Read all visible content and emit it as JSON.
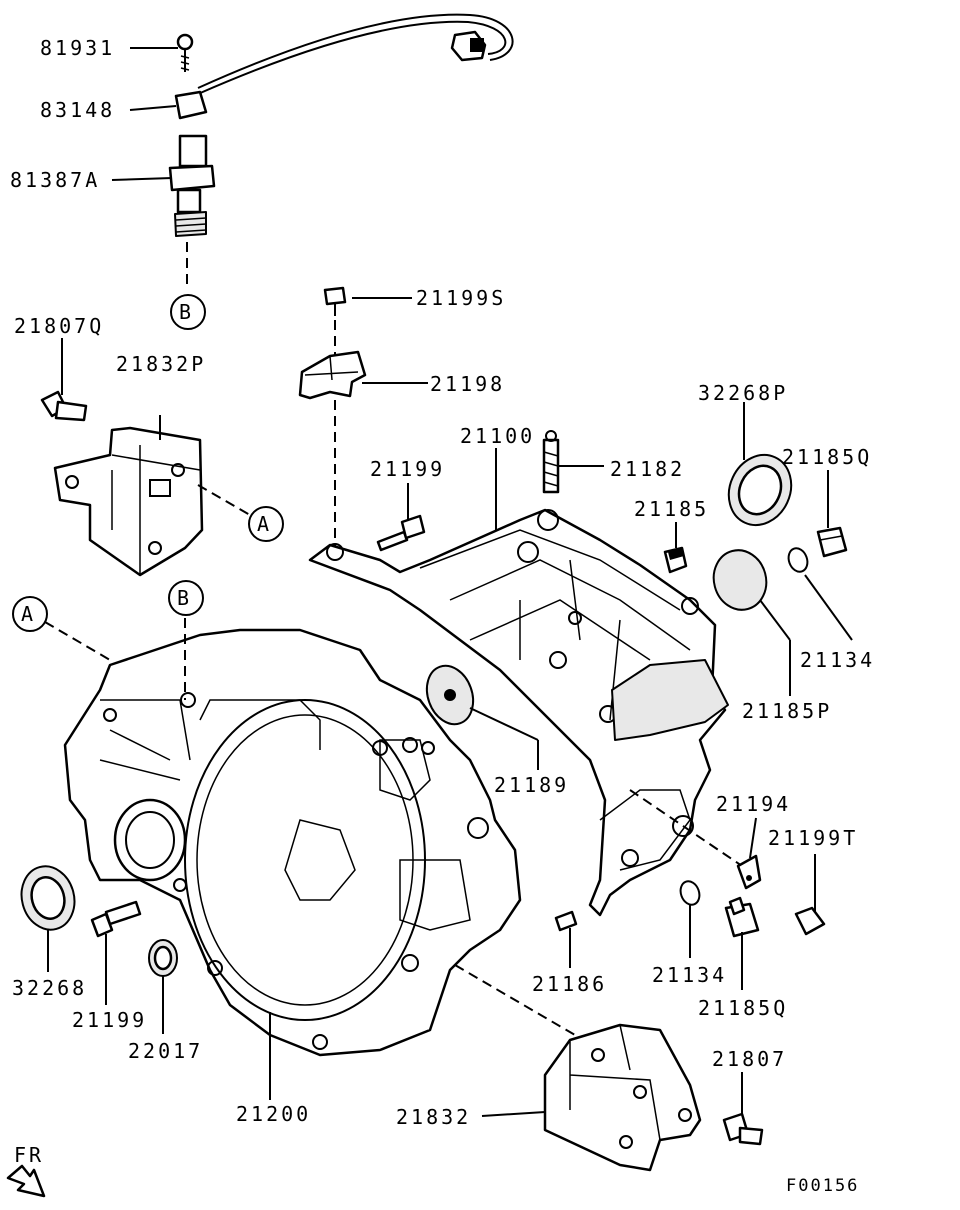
{
  "labels": {
    "p81931": "81931",
    "p83148": "83148",
    "p81387A": "81387A",
    "p21807Q": "21807Q",
    "p21832P": "21832P",
    "p21199S": "21199S",
    "p21198": "21198",
    "p21100": "21100",
    "p21182": "21182",
    "p21199_top": "21199",
    "p32268P": "32268P",
    "p21185Q_top": "21185Q",
    "p21185": "21185",
    "p21134_top": "21134",
    "p21185P": "21185P",
    "p21189": "21189",
    "p21194": "21194",
    "p21199T": "21199T",
    "p32268": "32268",
    "p21199_bot": "21199",
    "p22017": "22017",
    "p21200": "21200",
    "p21186": "21186",
    "p21134_bot": "21134",
    "p21185Q_bot": "21185Q",
    "p21807": "21807",
    "p21832": "21832"
  },
  "callouts": {
    "a1": "A",
    "a2": "A",
    "b1": "B",
    "b2": "B"
  },
  "direction": {
    "fr": "FR"
  },
  "figure_code": "F00156"
}
